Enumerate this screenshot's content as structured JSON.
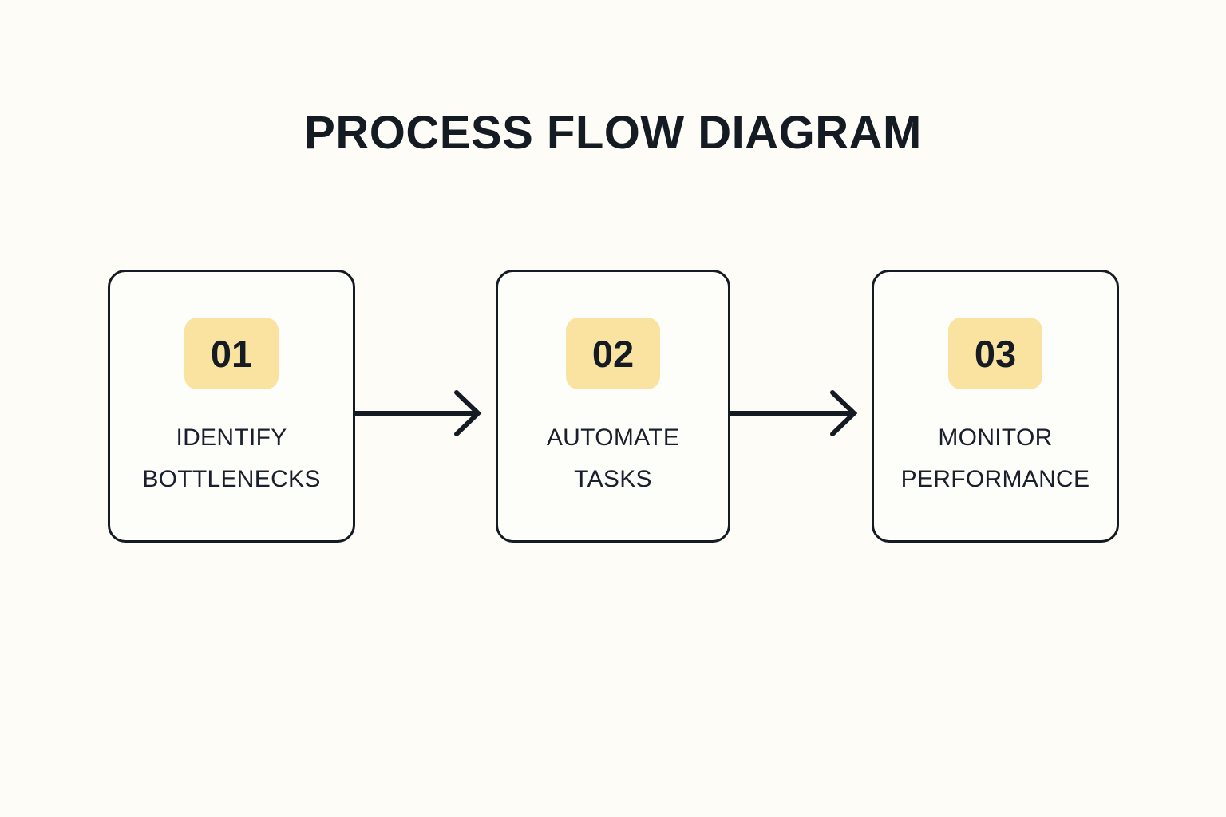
{
  "page": {
    "background_color": "#fdfcf7",
    "ink_color": "#151b23",
    "accent_color": "#fae3a0",
    "card_fill_color": "#fdfdfa"
  },
  "title": "PROCESS FLOW DIAGRAM",
  "flow": {
    "steps": [
      {
        "number": "01",
        "label": "IDENTIFY\nBOTTLENECKS"
      },
      {
        "number": "02",
        "label": "AUTOMATE\nTASKS"
      },
      {
        "number": "03",
        "label": "MONITOR\nPERFORMANCE"
      }
    ],
    "connectors": [
      {
        "from": "01",
        "to": "02",
        "icon": "arrow-right-icon"
      },
      {
        "from": "02",
        "to": "03",
        "icon": "arrow-right-icon"
      }
    ]
  }
}
